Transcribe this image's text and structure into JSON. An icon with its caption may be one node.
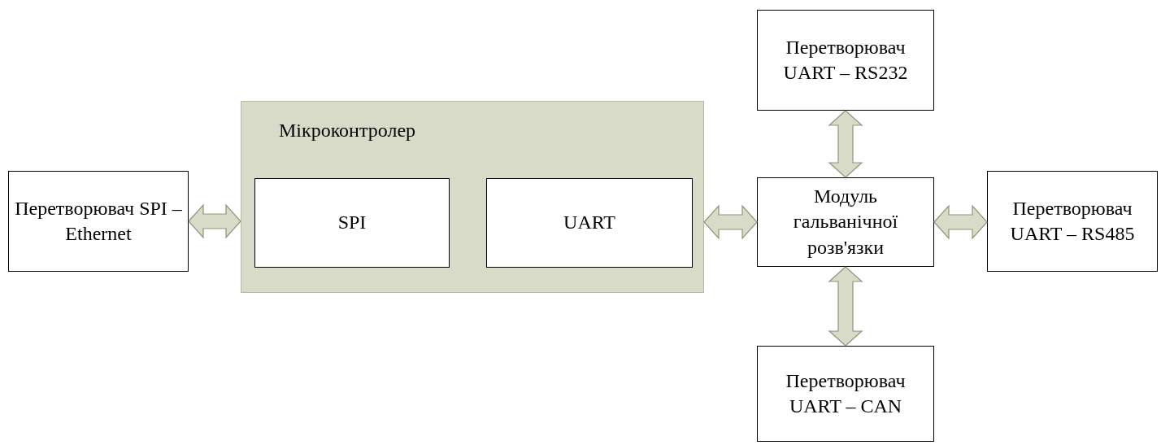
{
  "diagram": {
    "nodes": [
      {
        "text": [
          "Перетворювач SPI – Ethernet"
        ]
      },
      {
        "text": [
          "Мікроконтролер"
        ]
      },
      {
        "text": [
          "SPI"
        ],
        "in": 1
      },
      {
        "text": [
          "UART"
        ],
        "in": 1
      },
      {
        "text": [
          "Перетворювач UART – RS232"
        ]
      },
      {
        "text": [
          "Модуль гальванічної розв'язки"
        ]
      },
      {
        "text": [
          "Перетворювач UART – RS485"
        ]
      },
      {
        "text": [
          "Перетворювач UART – CAN"
        ]
      }
    ],
    "edges": [
      {
        "from": 0,
        "to": 1,
        "arrow": "both"
      },
      {
        "from": 1,
        "to": 5,
        "arrow": "both"
      },
      {
        "from": 4,
        "to": 5,
        "arrow": "both"
      },
      {
        "from": 5,
        "to": 6,
        "arrow": "both"
      },
      {
        "from": 5,
        "to": 7,
        "arrow": "both"
      }
    ]
  }
}
